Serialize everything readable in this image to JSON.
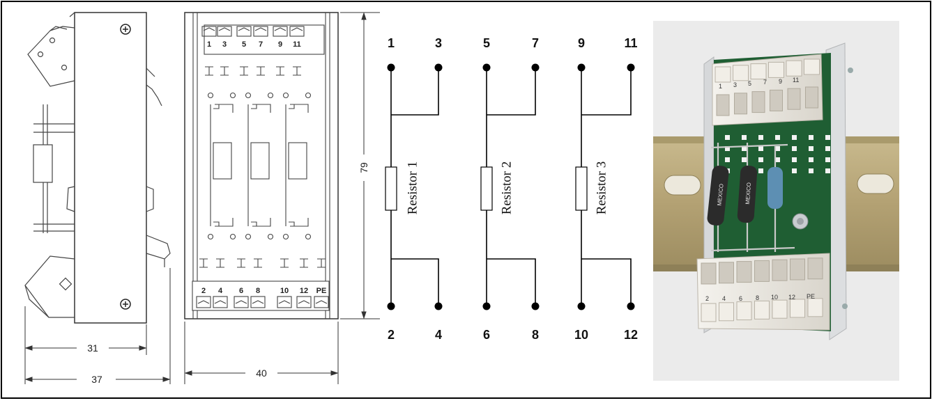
{
  "dimensions": {
    "side_inner": "31",
    "side_outer": "37",
    "front_width": "40",
    "height": "79"
  },
  "front_labels": {
    "top_terminals": [
      "1",
      "3",
      "5",
      "7",
      "9",
      "11"
    ],
    "bottom_terminals": [
      "2",
      "4",
      "6",
      "8",
      "10",
      "12",
      "PE"
    ]
  },
  "schematic": {
    "circuits": [
      {
        "top_left": "1",
        "top_right": "3",
        "bottom_left": "2",
        "bottom_right": "4",
        "resistor": "Resistor 1"
      },
      {
        "top_left": "5",
        "top_right": "7",
        "bottom_left": "6",
        "bottom_right": "8",
        "resistor": "Resistor 2"
      },
      {
        "top_left": "9",
        "top_right": "11",
        "bottom_left": "10",
        "bottom_right": "12",
        "resistor": "Resistor 3"
      }
    ]
  },
  "photo": {
    "top_terminals": [
      "1",
      "3",
      "5",
      "7",
      "9",
      "11"
    ],
    "bottom_terminals": [
      "2",
      "4",
      "6",
      "8",
      "10",
      "12",
      "PE"
    ],
    "resistor_print": [
      "MEXICO",
      "MEXICO"
    ],
    "colors": {
      "background": "#ebebeb",
      "din_rail": "#b8a77a",
      "pcb": "#1f5e33",
      "housing": "#e4e0d7",
      "housing_edge": "#d0ccc4",
      "resistor_black": "#2b2b2b",
      "resistor_blue": "#5d8fb3"
    }
  },
  "colors": {
    "line": "#000000",
    "border": "#000000",
    "drawing_line": "#444444"
  }
}
